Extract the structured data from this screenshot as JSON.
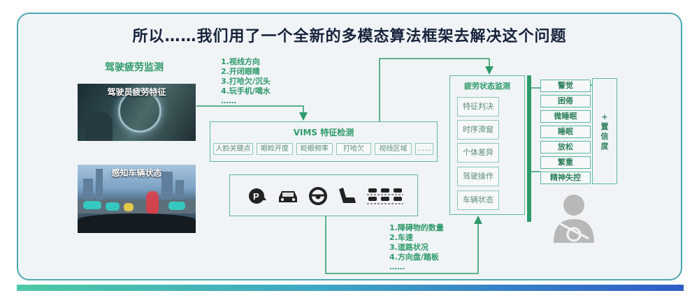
{
  "title": "所以……我们用了一个全新的多模态算法框架去解决这个问题",
  "fatigue_monitoring_label": "驾驶疲劳监测",
  "photo1_caption": "驾驶员疲劳特征",
  "photo2_caption": "感知车辆状态",
  "driver_features": [
    "1.视线方向",
    "2.开闭眼睛",
    "3.打哈欠/沉头",
    "4.玩手机/喝水",
    "……"
  ],
  "vehicle_features": [
    "1.障碍物的数量",
    "2.车速",
    "3.道路状况",
    "4.方向盘/踏板",
    "……"
  ],
  "vims": {
    "title": "VIMS 特征检测",
    "chips": [
      "人脸关键点",
      "眼睑开度",
      "眨眼频率",
      "打哈欠",
      "视线区域",
      "……"
    ]
  },
  "vehicle_icons": [
    "parking-icon",
    "car-icon",
    "steering-wheel-icon",
    "seat-icon",
    "traffic-icon"
  ],
  "fatigue_state": {
    "title": "疲劳状态监测",
    "items": [
      "特征判决",
      "时序滑窗",
      "个体差异",
      "驾驶操作",
      "车辆状态"
    ]
  },
  "outputs": [
    "警觉",
    "困倦",
    "微睡眠",
    "睡眠",
    "放松",
    "繁重",
    "精神失控"
  ],
  "confidence": [
    "+",
    "置",
    "信",
    "度"
  ],
  "colors": {
    "accent": "#2e9a6a",
    "line": "#5cb89a",
    "title": "#16233b"
  }
}
